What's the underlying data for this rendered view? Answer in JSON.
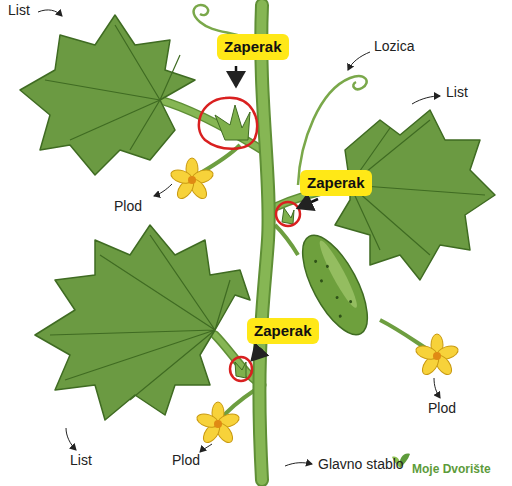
{
  "diagram": {
    "nodes": [
      {
        "text": [
          "Zaperak"
        ]
      },
      {
        "text": [
          "Zaperak"
        ]
      },
      {
        "text": [
          "Zaperak"
        ]
      }
    ],
    "labels": [
      "List",
      "Lozica",
      "List",
      "Plod",
      "List",
      "Plod",
      "Plod",
      "Glavno stablo",
      "Moje Dvorište"
    ]
  }
}
